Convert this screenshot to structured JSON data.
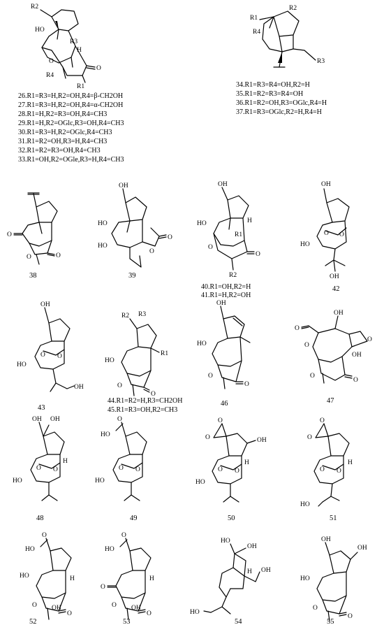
{
  "compounds": [
    {
      "id": "c26_33",
      "number": "",
      "labels": [
        "R2",
        "HO",
        "R3",
        "H",
        "O",
        "R4",
        "R1",
        "O"
      ]
    },
    {
      "id": "c34_37",
      "number": "",
      "labels": [
        "R1",
        "R2",
        "R4",
        "R3"
      ]
    },
    {
      "id": "c38",
      "number": "38",
      "labels": [
        "O",
        "O",
        "O"
      ]
    },
    {
      "id": "c39",
      "number": "39",
      "labels": [
        "OH",
        "HO",
        "HO",
        "O",
        "O"
      ]
    },
    {
      "id": "c40_41",
      "number": "",
      "labels": [
        "OH",
        "HO",
        "R1",
        "H",
        "O",
        "O",
        "R2"
      ]
    },
    {
      "id": "c42",
      "number": "42",
      "labels": [
        "OH",
        "O",
        "O",
        "HO",
        "OH"
      ]
    },
    {
      "id": "c43",
      "number": "43",
      "labels": [
        "OH",
        "O",
        "O",
        "HO",
        "OH"
      ]
    },
    {
      "id": "c44_45",
      "number": "",
      "labels": [
        "R2",
        "R3",
        "HO",
        "R1",
        "O",
        "O"
      ]
    },
    {
      "id": "c46",
      "number": "46",
      "labels": [
        "OH",
        "HO",
        "O",
        "O"
      ]
    },
    {
      "id": "c47",
      "number": "47",
      "labels": [
        "O",
        "O",
        "OH",
        "O",
        "OH",
        "O",
        "O"
      ]
    },
    {
      "id": "c48",
      "number": "48",
      "labels": [
        "OH",
        "OH",
        "O",
        "O",
        "H",
        "HO"
      ]
    },
    {
      "id": "c49",
      "number": "49",
      "labels": [
        "O",
        "HO",
        "O",
        "O",
        "HO"
      ]
    },
    {
      "id": "c50",
      "number": "50",
      "labels": [
        "O",
        "O",
        "OH",
        "O",
        "O",
        "H",
        "HO"
      ]
    },
    {
      "id": "c51",
      "number": "51",
      "labels": [
        "O",
        "O",
        "O",
        "O",
        "H",
        "HO"
      ]
    },
    {
      "id": "c52",
      "number": "52",
      "labels": [
        "O",
        "HO",
        "HO",
        "H",
        "O",
        "OH",
        "O"
      ]
    },
    {
      "id": "c53",
      "number": "53",
      "labels": [
        "O",
        "HO",
        "O",
        "H",
        "O",
        "OH",
        "O"
      ]
    },
    {
      "id": "c54",
      "number": "54",
      "labels": [
        "HO",
        "OH",
        "H",
        "OH",
        "HO"
      ]
    },
    {
      "id": "c55",
      "number": "55",
      "labels": [
        "OH",
        "OH",
        "HO",
        "O",
        "O"
      ]
    }
  ],
  "legends": {
    "c26_33": [
      "26.R1=R3=H,R2=OH,R4=β-CH2OH",
      "27.R1=R3=H,R2=OH,R4=α-CH2OH",
      "28.R1=H,R2=R3=OH,R4=CH3",
      "29.R1=H,R2=OGlc,R3=OH,R4=CH3",
      "30.R1=R3=H,R2=OGlc,R4=CH3",
      "31.R1=R2=OH,R3=H,R4=CH3",
      "32.R1=R2=R3=OH,R4=CH3",
      "33.R1=OH,R2=OGle,R3=H,R4=CH3"
    ],
    "c34_37": [
      "34.R1=R3=R4=OH,R2=H",
      "35.R1=R2=R3=R4=OH",
      "36.R1=R2=OH,R3=OGlc,R4=H",
      "37.R1=R3=OGlc,R2=H,R4=H"
    ],
    "c40_41": [
      "40.R1=OH,R2=H",
      "41.R1=H,R2=OH"
    ],
    "c44_45": [
      "44.R1=R2=H,R3=CH2OH",
      "45.R1=R3=OH,R2=CH3"
    ]
  }
}
